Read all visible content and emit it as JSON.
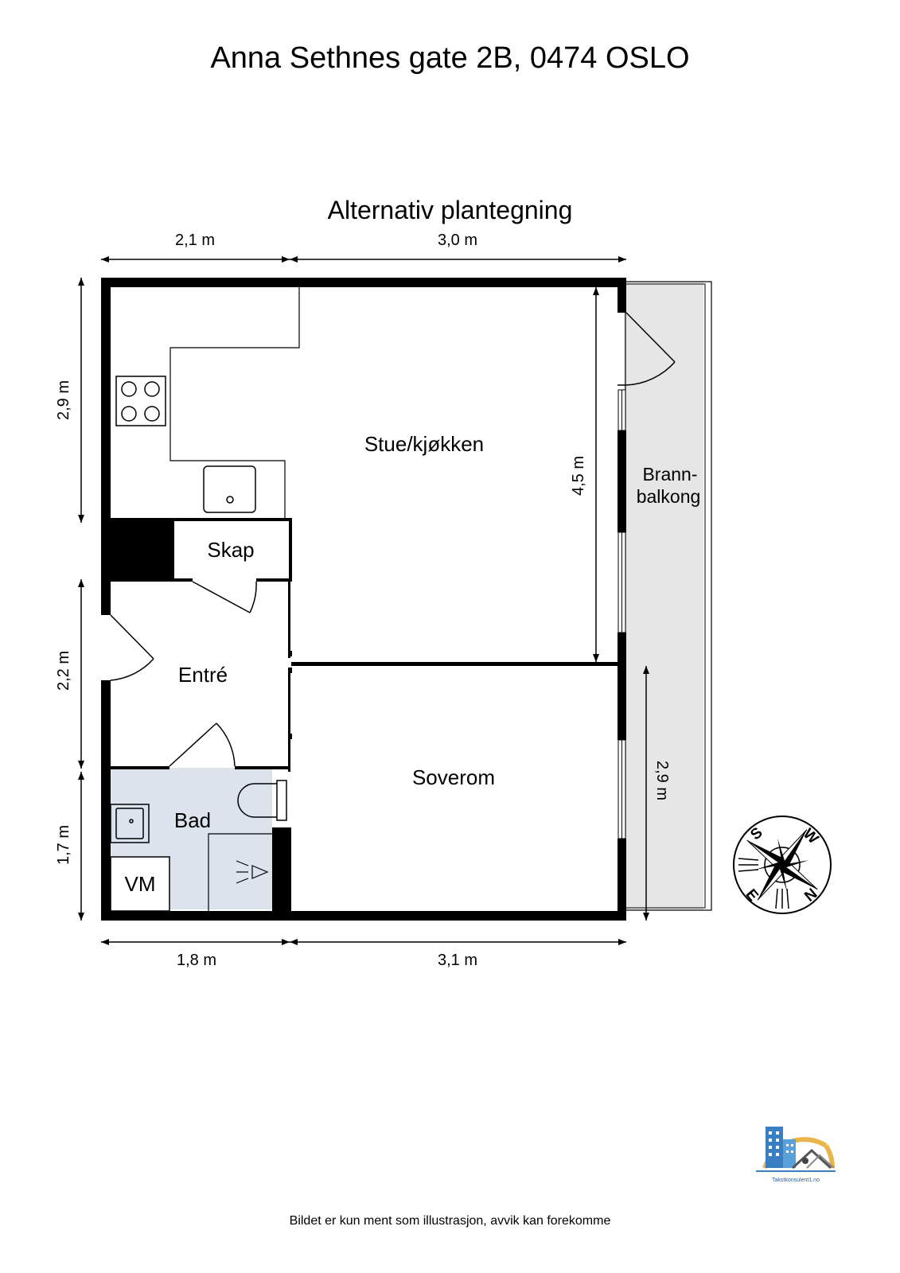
{
  "header": {
    "address": "Anna Sethnes gate 2B, 0474 OSLO",
    "plan_title": "Alternativ plantegning"
  },
  "dimensions": {
    "top_left": "2,1 m",
    "top_right": "3,0 m",
    "left_upper": "2,9 m",
    "left_middle": "2,2 m",
    "left_lower": "1,7 m",
    "living_height": "4,5 m",
    "balcony_height": "2,9 m",
    "bottom_left": "1,8 m",
    "bottom_right": "3,1 m"
  },
  "rooms": {
    "living": "Stue/kjøkken",
    "closet": "Skap",
    "entry": "Entré",
    "bedroom": "Soverom",
    "bath": "Bad",
    "washer": "VM",
    "balcony_line1": "Brann-",
    "balcony_line2": "balkong"
  },
  "compass": {
    "s": "S",
    "w": "W",
    "n": "N",
    "e": "E"
  },
  "logo": {
    "text": "Takstkonsulent1.no"
  },
  "colors": {
    "wall": "#000000",
    "bath_floor": "#dde3ec",
    "balcony_floor": "#e6e6e6",
    "logo_blue": "#3a7fc1",
    "logo_gold": "#e9b54a"
  },
  "footer": {
    "disclaimer": "Bildet er kun ment som illustrasjon, avvik kan forekomme"
  }
}
